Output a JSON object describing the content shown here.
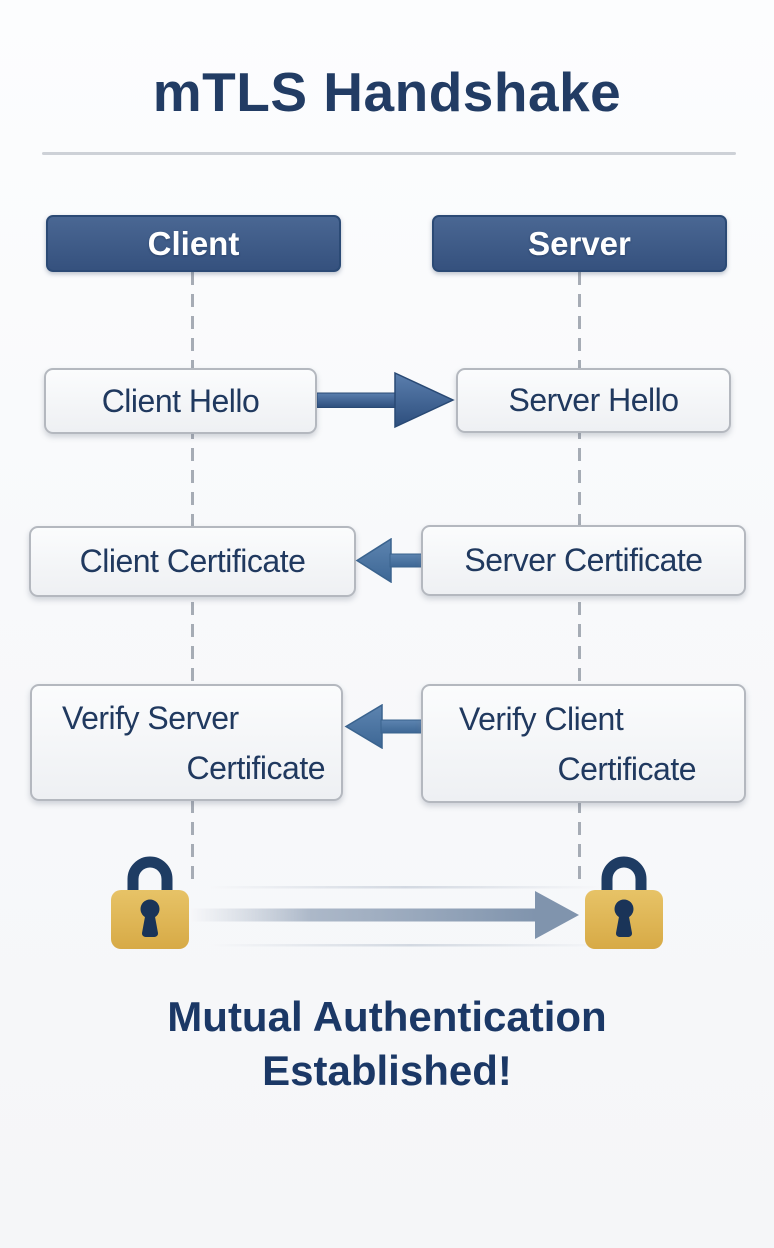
{
  "title": "mTLS Handshake",
  "actors": [
    {
      "id": "client",
      "label": "Client"
    },
    {
      "id": "server",
      "label": "Server"
    }
  ],
  "steps": [
    {
      "left_box": "Client Hello",
      "right_box": "Server Hello",
      "arrow_direction": "right",
      "arrow_from": "client",
      "arrow_to": "server"
    },
    {
      "left_box": "Client Certificate",
      "right_box": "Server Certificate",
      "arrow_direction": "left",
      "arrow_from": "server",
      "arrow_to": "client"
    },
    {
      "left_box_line1": "Verify Server",
      "left_box_line2": "Certificate",
      "right_box_line1": "Verify Client",
      "right_box_line2": "Certificate",
      "arrow_direction": "left",
      "arrow_from": "server",
      "arrow_to": "client"
    }
  ],
  "final_exchange": {
    "left_icon": "padlock-icon",
    "right_icon": "padlock-icon",
    "arrow_direction": "right"
  },
  "caption": {
    "line1": "Mutual Authentication",
    "line2": "Established!"
  },
  "colors": {
    "background": "#f8f9fb",
    "title_navy": "#223c64",
    "caption_navy": "#1b3866",
    "actor_box_top": "#4a6793",
    "actor_box_bottom": "#35517e",
    "actor_border": "#2b4a75",
    "message_box_fill": "#f4f5f7",
    "message_box_border": "#b4b8bf",
    "message_text": "#20395f",
    "arrow_blue_dark": "#2d4e7d",
    "arrow_blue_light": "#5b7fae",
    "arrow_steel": "#4e7aa7",
    "long_arrow_slate": "#8094ad",
    "lifeline_gray": "#a6acb5",
    "divider_gray": "#cdd1d7",
    "lock_gold": "#ddb14f",
    "lock_navy": "#1e3c63"
  }
}
